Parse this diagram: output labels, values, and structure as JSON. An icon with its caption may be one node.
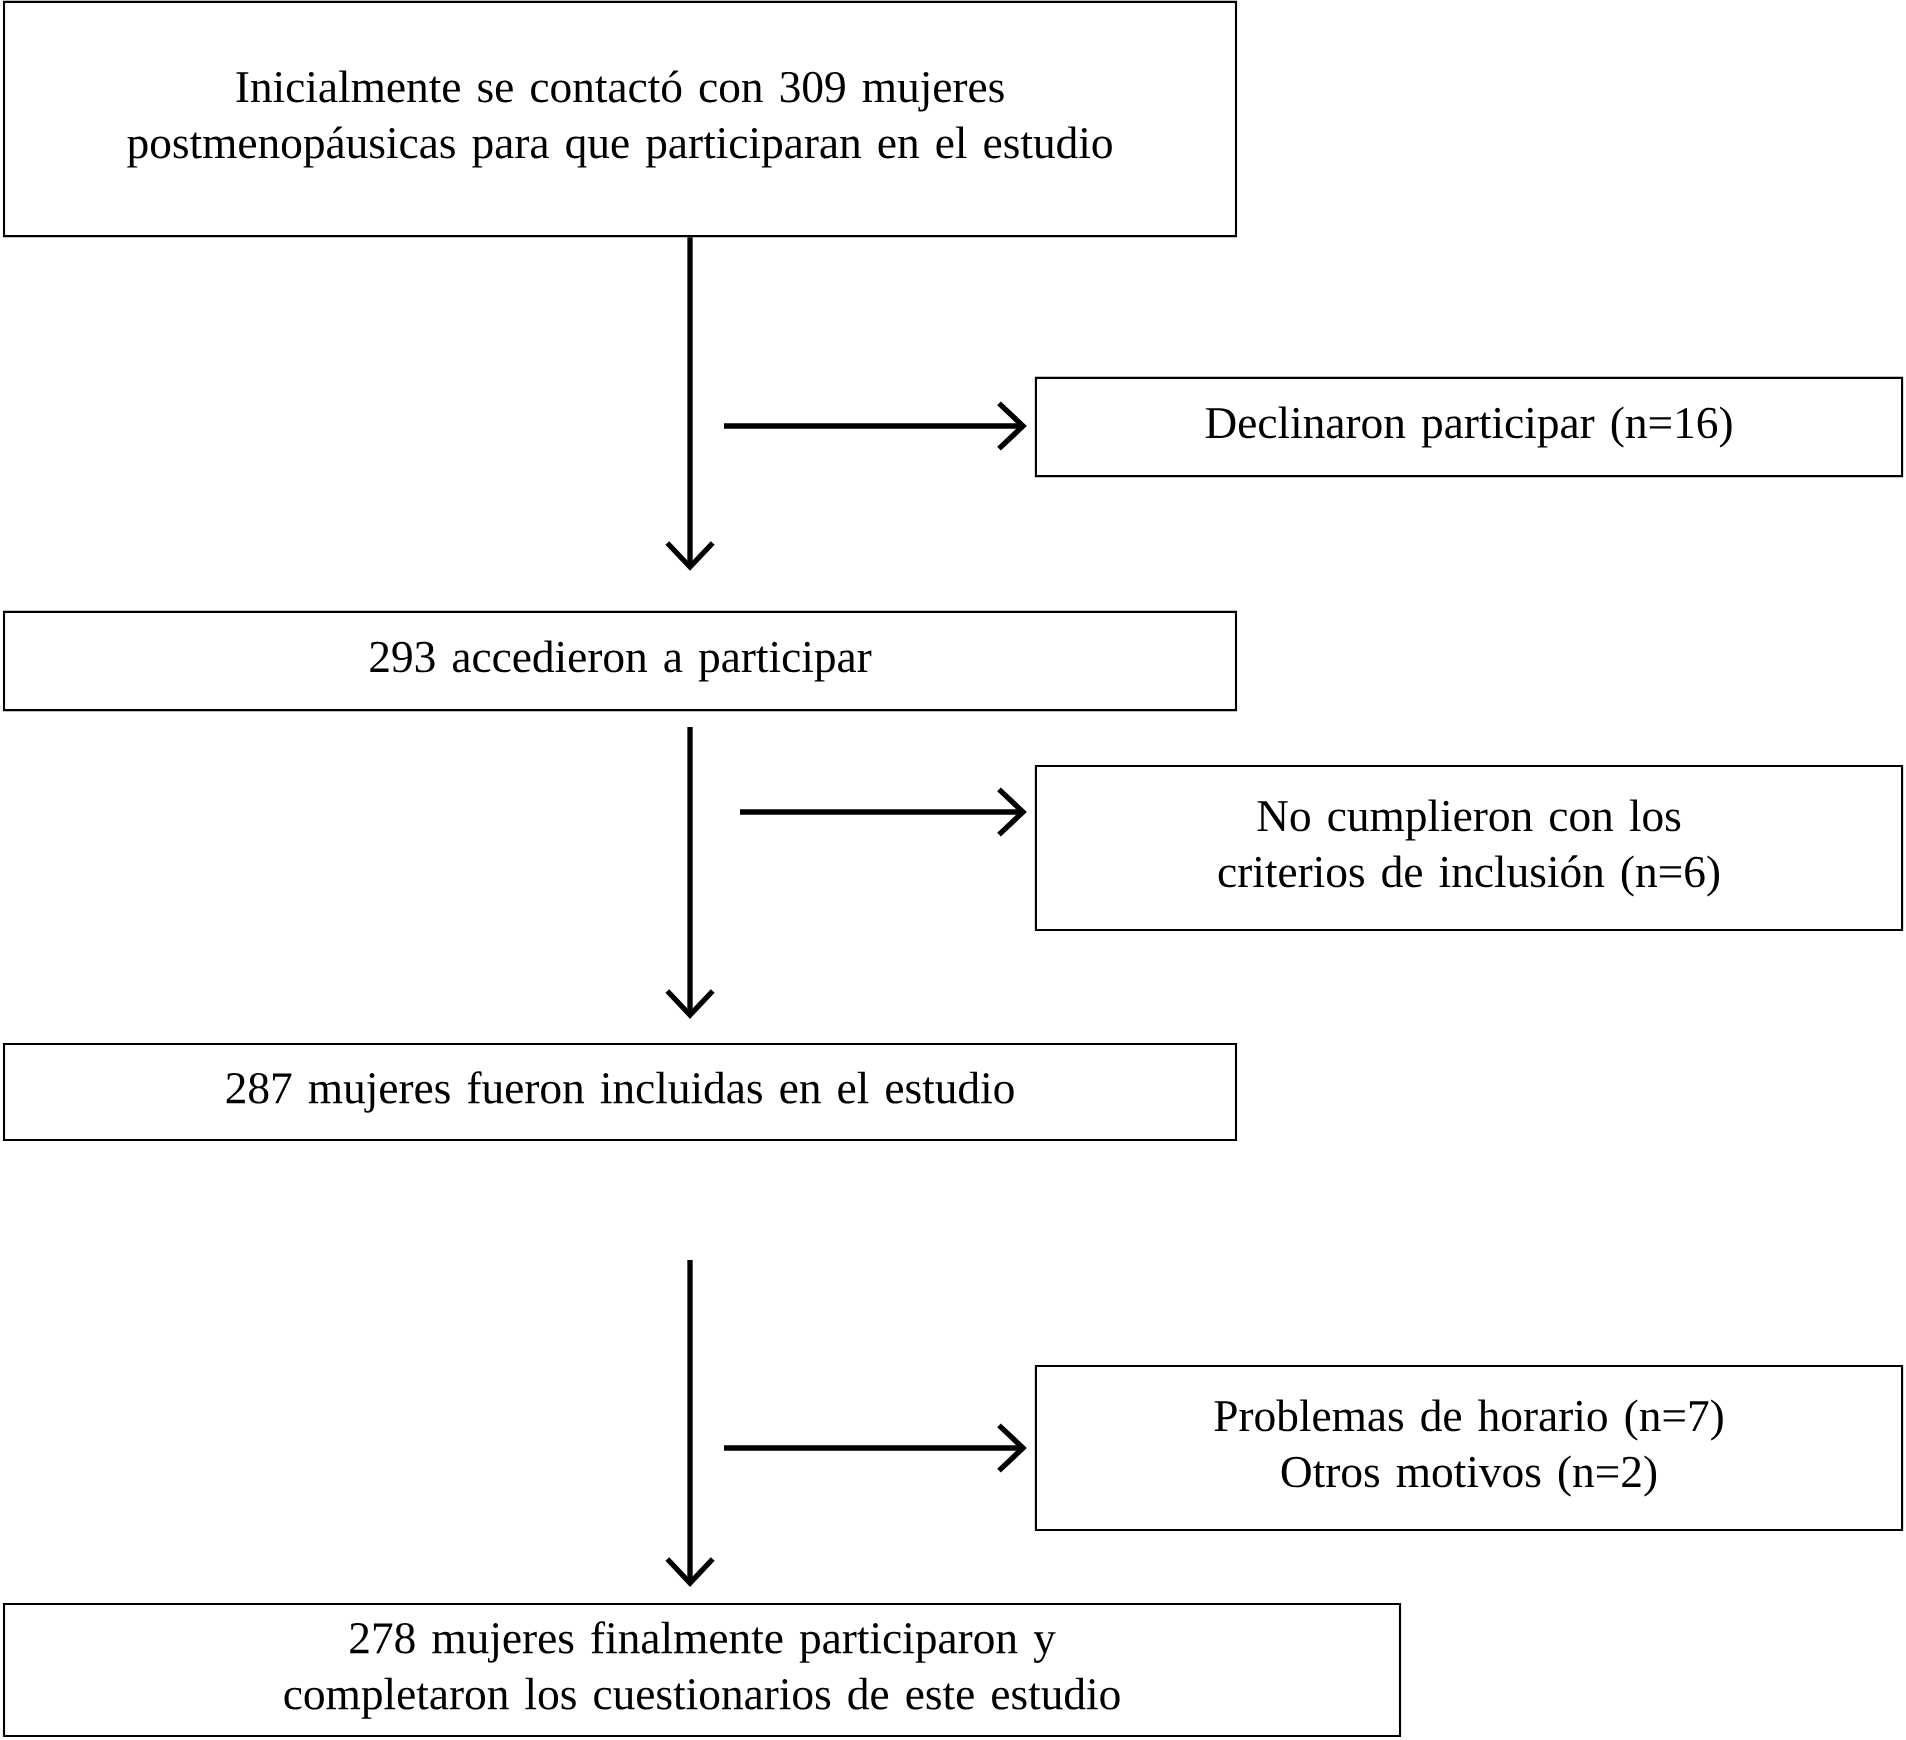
{
  "diagram": {
    "nodes": [
      {
        "text": [
          "Inicialmente se contactó con 309 mujeres postmenopáusicas para que participaran en el estudio"
        ]
      },
      {
        "text": [
          "Declinaron participar (n=16)"
        ]
      },
      {
        "text": [
          "293 accedieron a participar"
        ]
      },
      {
        "text": [
          "No cumplieron con los criterios de inclusión (n=6)"
        ]
      },
      {
        "text": [
          "287 mujeres fueron incluidas en el estudio"
        ]
      },
      {
        "text": [
          "Problemas de horario (n=7)",
          "Otros motivos (n=2)"
        ]
      },
      {
        "text": [
          "278 mujeres finalmente participaron y completaron los cuestionarios de este estudio"
        ]
      }
    ],
    "edges": [
      {
        "from": 0,
        "to": 2,
        "arrow": "to"
      },
      {
        "from": null,
        "to": 1,
        "arrow": "to"
      },
      {
        "from": 2,
        "to": 4,
        "arrow": "to"
      },
      {
        "from": null,
        "to": 3,
        "arrow": "to"
      },
      {
        "from": null,
        "to": 6,
        "arrow": "to"
      },
      {
        "from": null,
        "to": 5,
        "arrow": "to"
      }
    ]
  }
}
